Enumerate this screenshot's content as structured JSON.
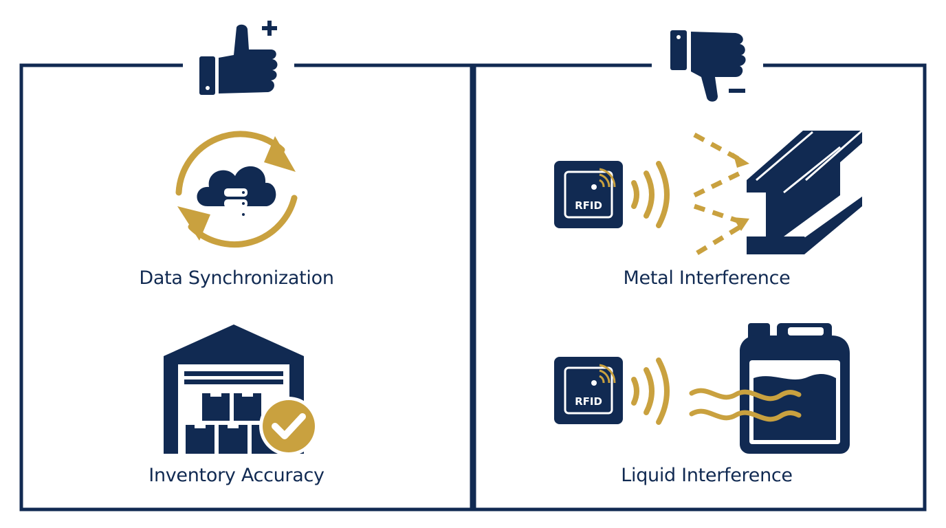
{
  "colors": {
    "navy": "#112a52",
    "gold": "#c9a13f",
    "white": "#ffffff"
  },
  "pros": {
    "header_icon": "thumbs-up-plus-icon",
    "items": [
      {
        "icon": "cloud-database-sync-icon",
        "label": "Data Synchronization"
      },
      {
        "icon": "warehouse-check-icon",
        "label": "Inventory Accuracy"
      }
    ]
  },
  "cons": {
    "header_icon": "thumbs-down-minus-icon",
    "items": [
      {
        "icon": "rfid-metal-beam-icon",
        "label": "Metal Interference",
        "tag_text": "RFID"
      },
      {
        "icon": "rfid-liquid-container-icon",
        "label": "Liquid Interference",
        "tag_text": "RFID"
      }
    ]
  }
}
